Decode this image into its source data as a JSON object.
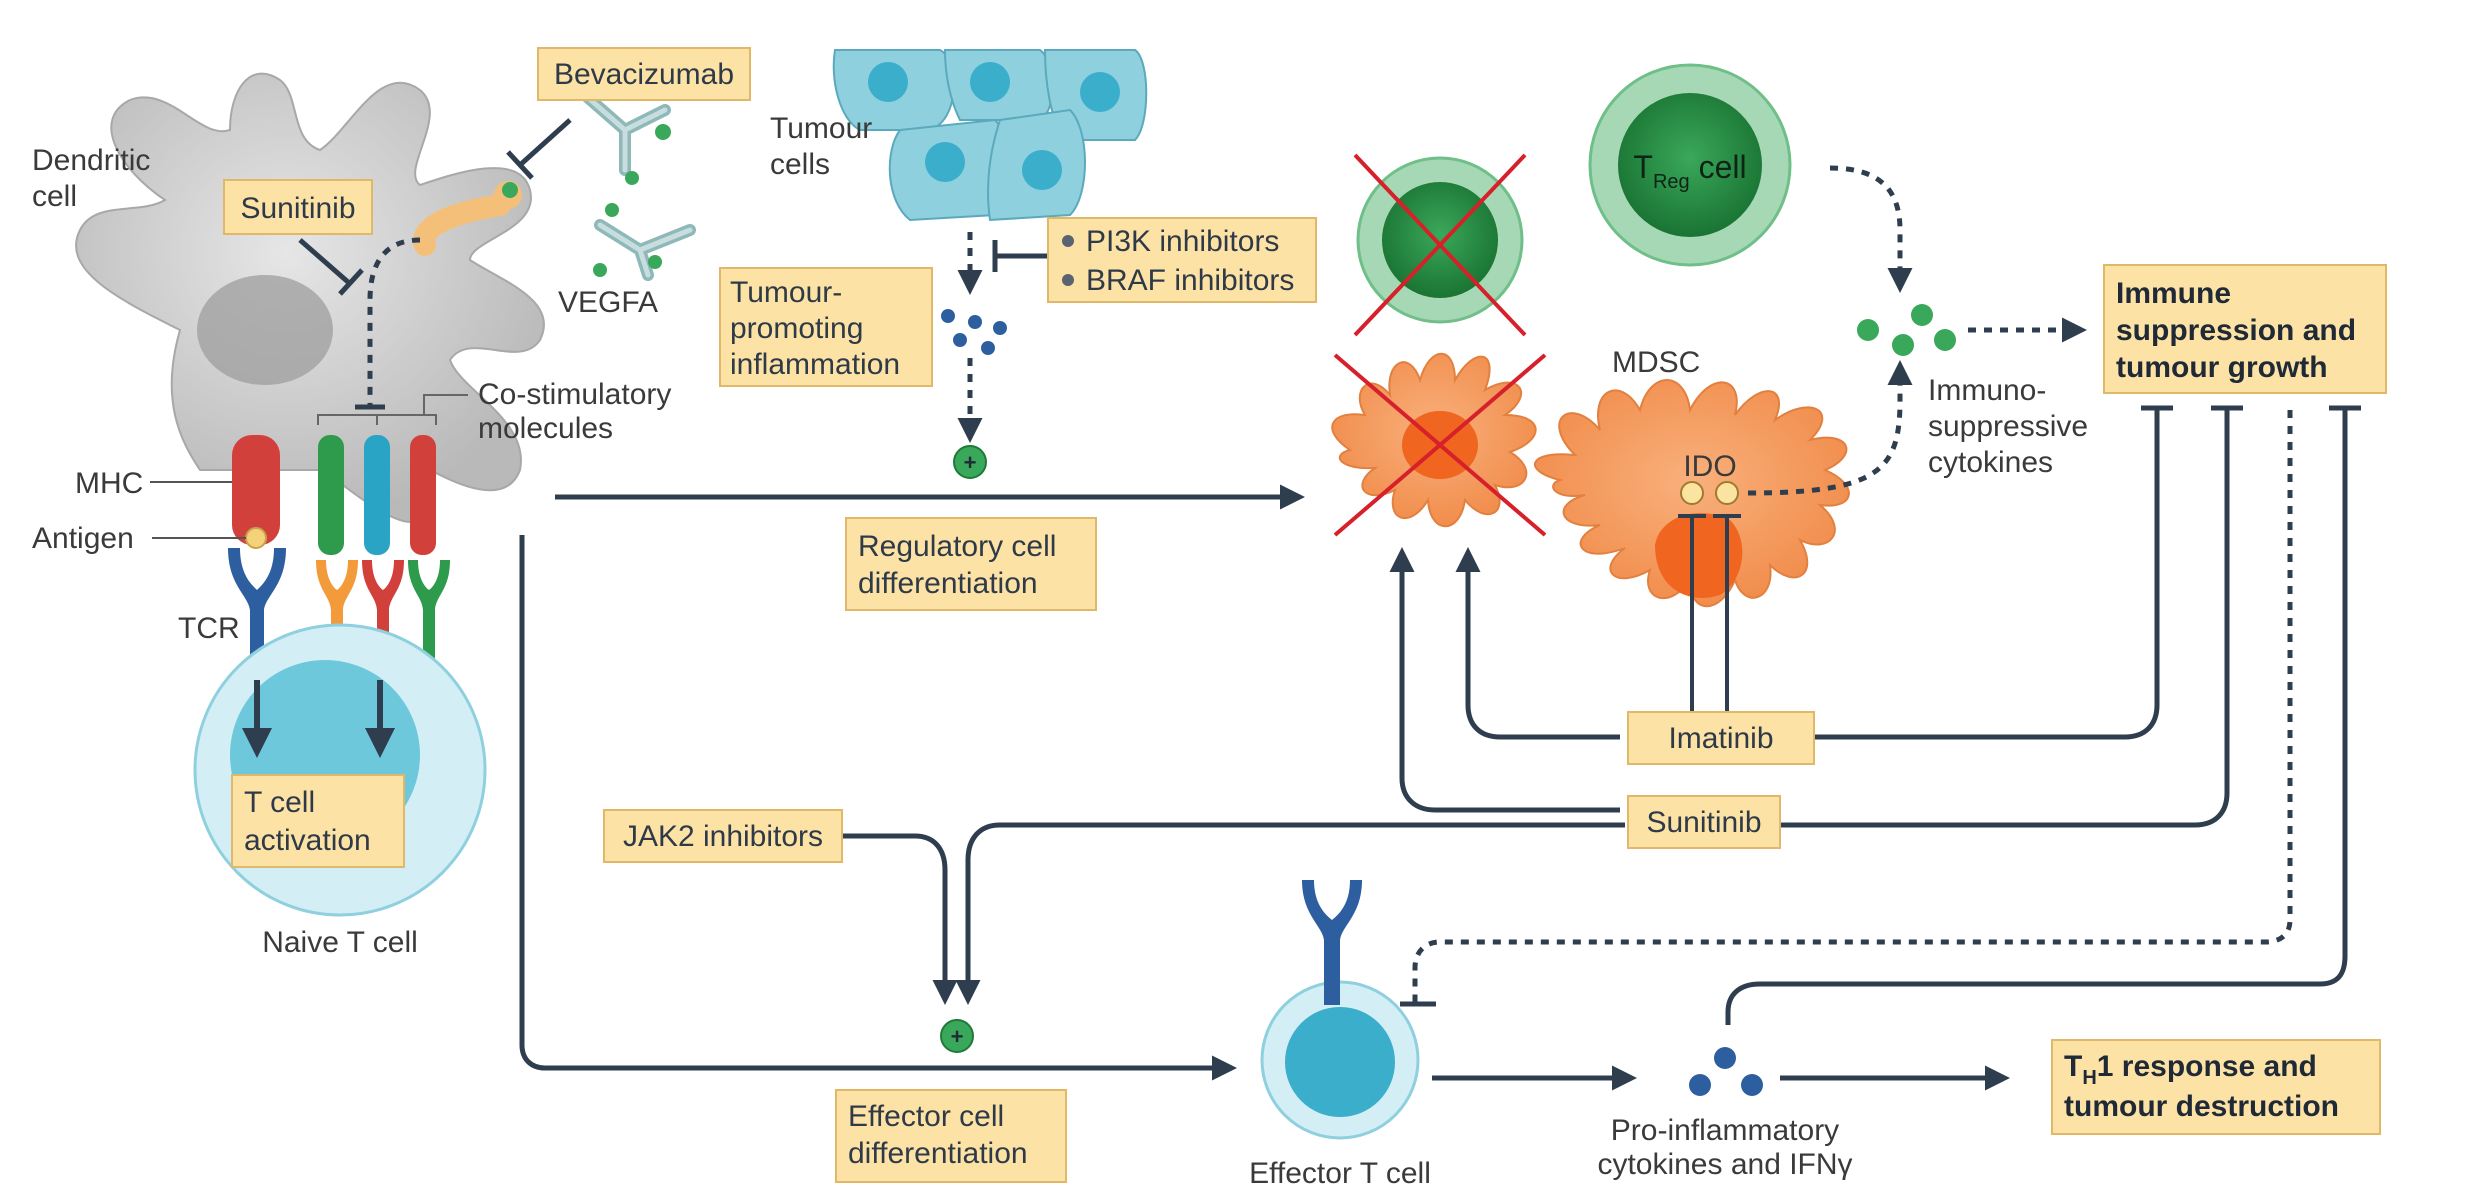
{
  "labels": {
    "dendritic_cell": [
      "Dendritic",
      "cell"
    ],
    "tumour_cells": [
      "Tumour",
      "cells"
    ],
    "vegfa": "VEGFA",
    "co_stimulatory": [
      "Co-stimulatory",
      "molecules"
    ],
    "mhc": "MHC",
    "antigen": "Antigen",
    "tcr": "TCR",
    "naive_t_cell": "Naive T cell",
    "treg_main": "T",
    "treg_sub": "Reg",
    "treg_suffix": " cell",
    "mdsc": "MDSC",
    "ido": "IDO",
    "immunosuppressive": [
      "Immuno-",
      "suppressive",
      "cytokines"
    ],
    "effector_t_cell": "Effector T cell",
    "pro_inflammatory": [
      "Pro-inflammatory",
      "cytokines and IFNγ"
    ],
    "plus": "+"
  },
  "boxes": {
    "bevacizumab": "Bevacizumab",
    "sunitinib_dc": "Sunitinib",
    "tumour_promoting": [
      "Tumour-",
      "promoting",
      "inflammation"
    ],
    "pathway_inhibitors": [
      "PI3K inhibitors",
      "BRAF inhibitors"
    ],
    "t_cell_activation": [
      "T cell",
      "activation"
    ],
    "regulatory_diff": [
      "Regulatory cell",
      "differentiation"
    ],
    "imatinib": "Imatinib",
    "sunitinib": "Sunitinib",
    "jak2": "JAK2 inhibitors",
    "effector_diff": [
      "Effector cell",
      "differentiation"
    ],
    "immune_suppression": [
      "Immune",
      "suppression and",
      "tumour growth"
    ],
    "th1_main": "T",
    "th1_sub": "H",
    "th1_rest": [
      "1 response and",
      "tumour destruction"
    ]
  },
  "colors": {
    "box_fill": "#fde2a6",
    "box_stroke": "#e0b86a",
    "arrow": "#2f3e4e",
    "cross": "#d6202a",
    "green_cell": "#1e8a3c",
    "tumour": "#8fd0de",
    "mdsc": "#f7a36a",
    "dendritic": "#c9c9c9"
  }
}
